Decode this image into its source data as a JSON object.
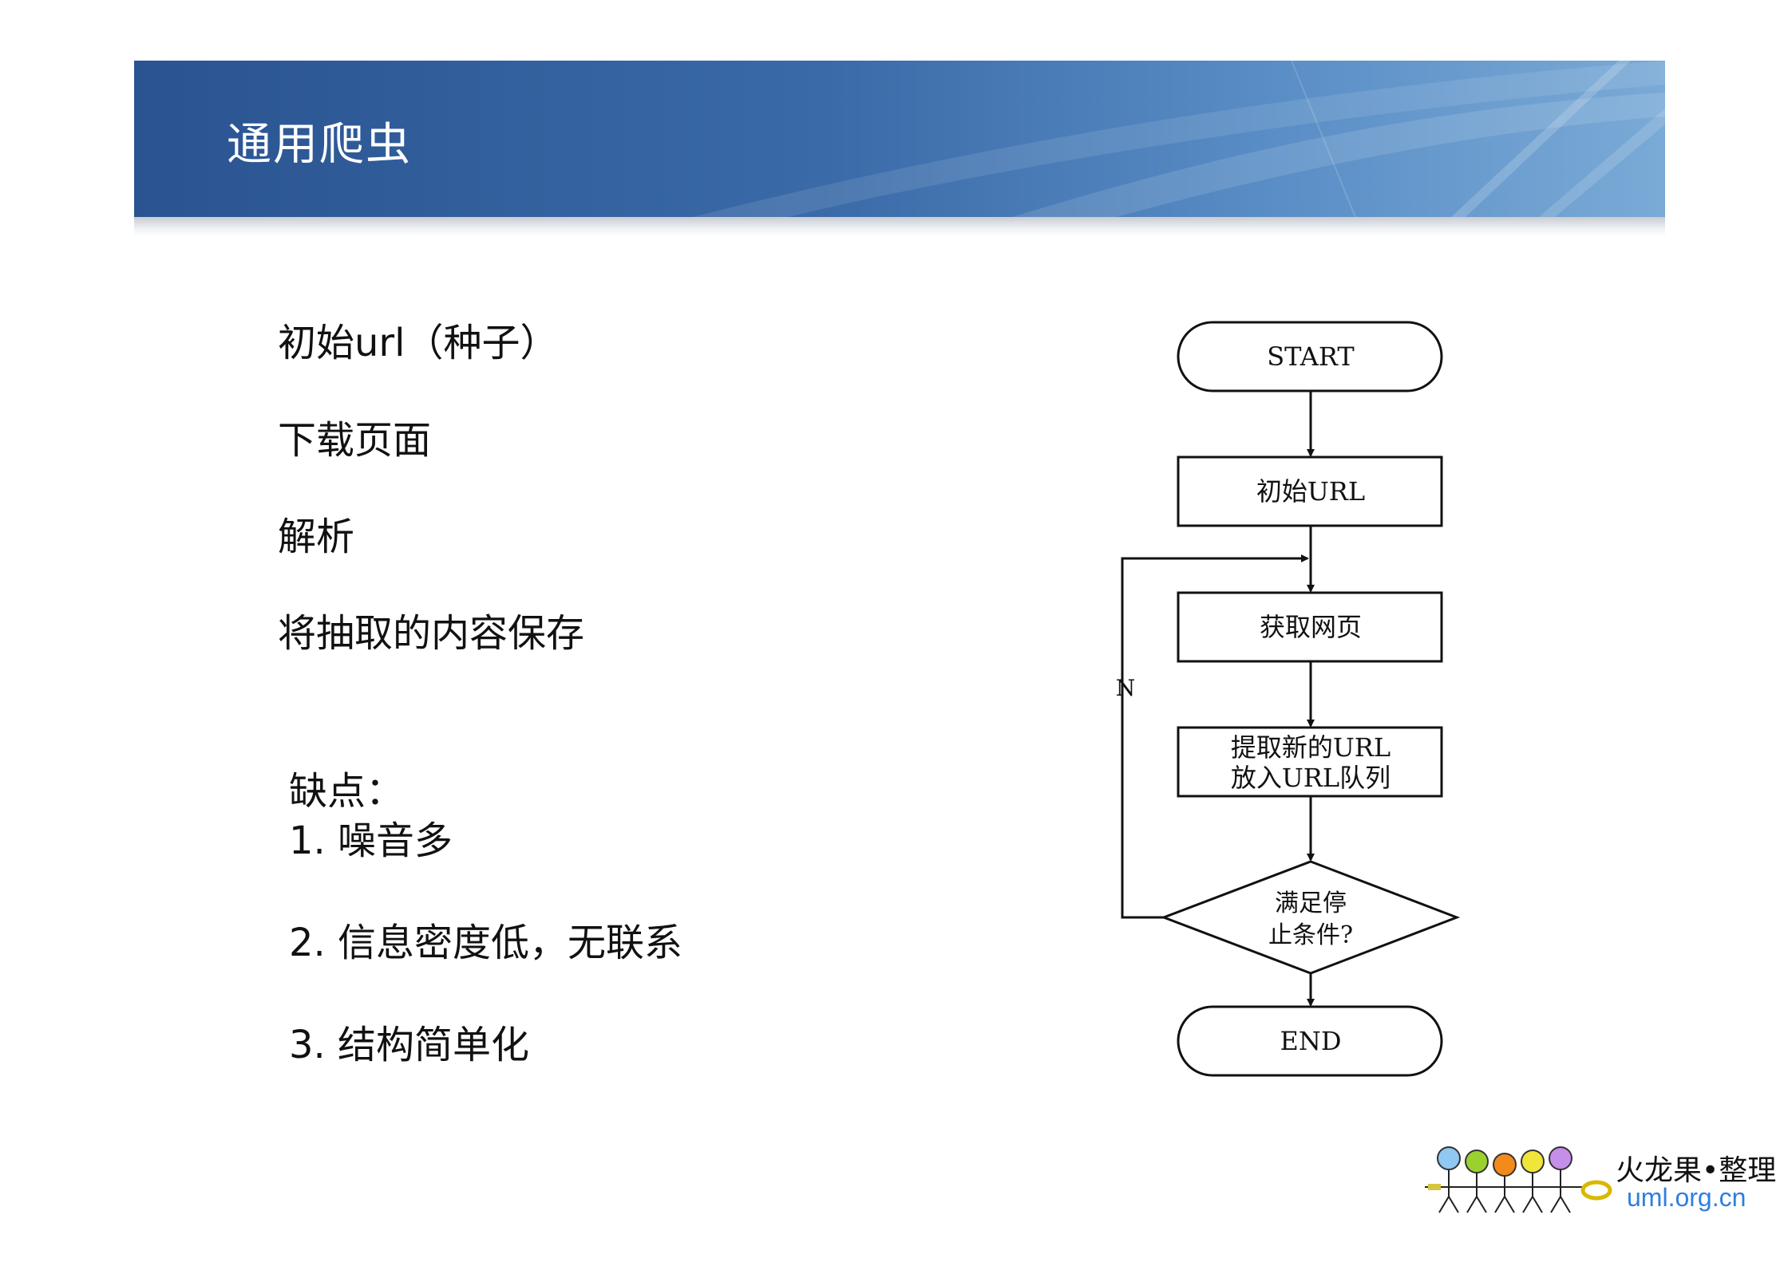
{
  "slide": {
    "title": "通用爬虫"
  },
  "steps": [
    "初始url（种子）",
    "下载页面",
    "解析",
    "将抽取的内容保存"
  ],
  "drawbacks": {
    "heading": "缺点：",
    "items": [
      "1. 噪音多",
      "2. 信息密度低，无联系",
      "3. 结构简单化"
    ]
  },
  "flowchart": {
    "start": "START",
    "init_url": "初始URL",
    "fetch_page": "获取网页",
    "extract_line1": "提取新的URL",
    "extract_line2": "放入URL队列",
    "decision_line1": "满足停",
    "decision_line2": "止条件?",
    "no_label": "N",
    "end": "END"
  },
  "watermark": {
    "credit": "火龙果•整理",
    "site": "uml.org.cn",
    "dot_colors": [
      "#8fc8f0",
      "#9bd12f",
      "#f28a1c",
      "#f0e63a",
      "#c58ee8"
    ]
  },
  "colors": {
    "banner_start": "#2a5391",
    "banner_end": "#7aaad6",
    "site_link": "#2f7ee0"
  }
}
